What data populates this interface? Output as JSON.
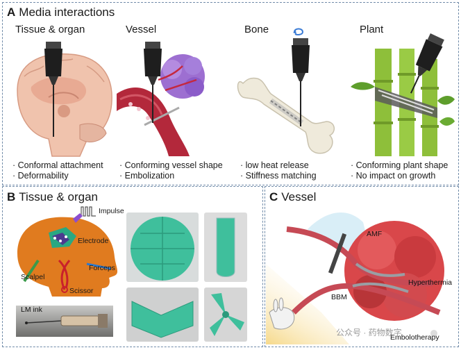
{
  "panelA": {
    "letter": "A",
    "title": "Media interactions",
    "columns": [
      {
        "label": "Tissue & organ",
        "bullets": [
          "· Conformal attachment",
          "· Deformability"
        ]
      },
      {
        "label": "Vessel",
        "bullets": [
          "· Conforming vessel shape",
          "· Embolization"
        ]
      },
      {
        "label": "Bone",
        "bullets": [
          "· low heat release",
          "· Stiffness matching"
        ]
      },
      {
        "label": "Plant",
        "bullets": [
          "· Conforming plant shape",
          "· No impact on growth"
        ]
      }
    ]
  },
  "panelB": {
    "letter": "B",
    "title": "Tissue & organ",
    "labels": {
      "impulse": "Impulse",
      "electrode": "Electrode",
      "forceps": "Forceps",
      "scalpel": "Scalpel",
      "scissor": "Scissor",
      "lm_ink": "LM ink"
    }
  },
  "panelC": {
    "letter": "C",
    "title": "Vessel",
    "labels": {
      "amf": "AMF",
      "hyperthermia": "Hyperthermia",
      "bbm": "BBM",
      "embolotherapy": "Embolotherapy"
    },
    "watermark": "公众号 · 药物数字"
  },
  "colors": {
    "border": "#6f8aa8",
    "brain": "#e9b9a3",
    "vessel": "#b3283b",
    "bone": "#efeadb",
    "bamboo": "#8ebf3a",
    "device": "#2a2a2a",
    "gel": "#3fbf9c",
    "tumor": "#d9474a"
  }
}
